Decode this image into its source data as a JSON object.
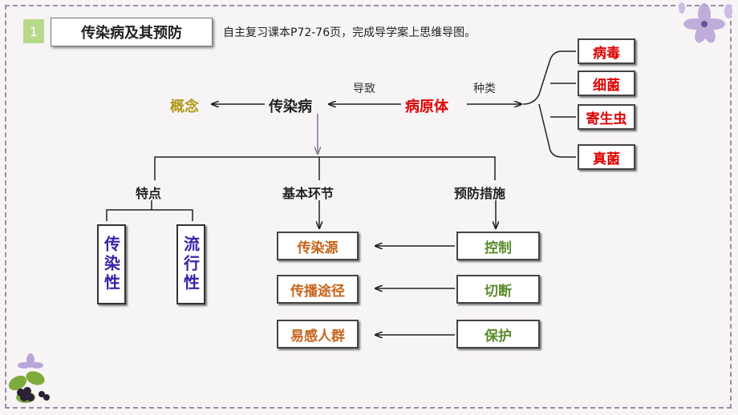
{
  "header": {
    "number": "1",
    "title": "传染病及其预防",
    "instruction": "自主复习课本P72-76页，完成导学案上思维导图。"
  },
  "diagram": {
    "concept": "概念",
    "center": "传染病",
    "cause_label": "导致",
    "pathogen": "病原体",
    "type_label": "种类",
    "pathogen_types": [
      "病毒",
      "细菌",
      "寄生虫",
      "真菌"
    ],
    "features_heading": "特点",
    "features": [
      "传染性",
      "流行性"
    ],
    "links_heading": "基本环节",
    "links": [
      "传染源",
      "传播途径",
      "易感人群"
    ],
    "measures_heading": "预防措施",
    "measures": [
      "控制",
      "切断",
      "保护"
    ]
  },
  "colors": {
    "red": "#e00000",
    "olive": "#b09a1c",
    "purple": "#3a21a8",
    "orange": "#c8641c",
    "green": "#5a8a2a"
  }
}
